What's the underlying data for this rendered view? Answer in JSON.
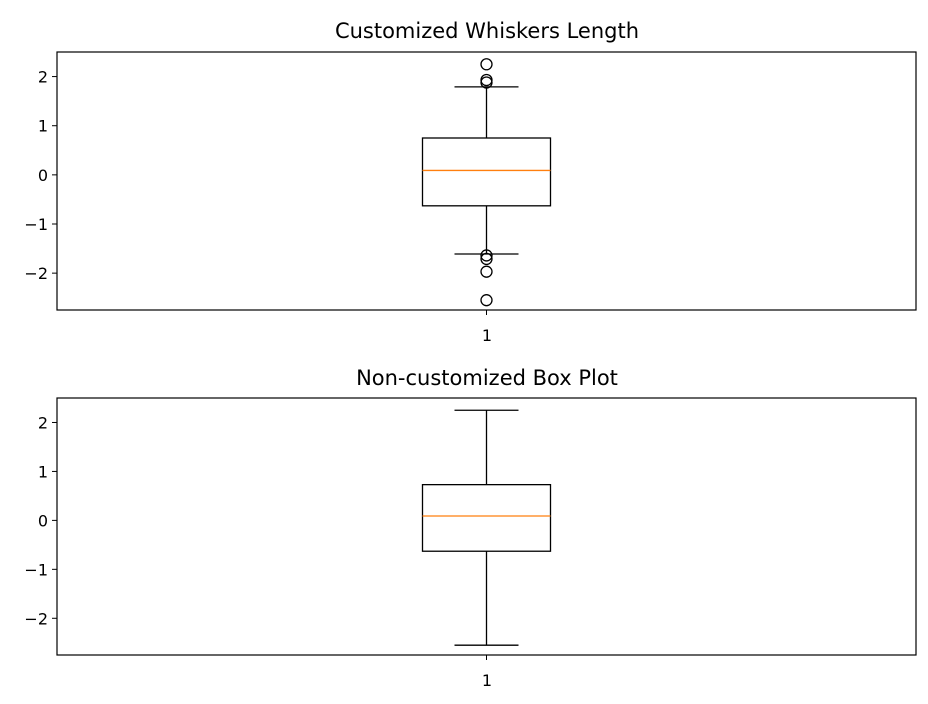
{
  "chart_data": [
    {
      "type": "box",
      "title": "Customized Whiskers Length",
      "xlabel": "",
      "ylabel": "",
      "categories": [
        "1"
      ],
      "ylim": [
        -2.75,
        2.5
      ],
      "yticks": [
        -2,
        -1,
        0,
        1,
        2
      ],
      "box": {
        "q1": -0.63,
        "median": 0.09,
        "q3": 0.75,
        "whisker_low": -1.61,
        "whisker_high": 1.79
      },
      "outliers": [
        2.25,
        1.93,
        1.88,
        -1.64,
        -1.71,
        -1.97,
        -2.55
      ],
      "colors": {
        "median": "#ff7f0e",
        "box": "#000000"
      }
    },
    {
      "type": "box",
      "title": "Non-customized Box Plot",
      "xlabel": "",
      "ylabel": "",
      "categories": [
        "1"
      ],
      "ylim": [
        -2.75,
        2.5
      ],
      "yticks": [
        -2,
        -1,
        0,
        1,
        2
      ],
      "box": {
        "q1": -0.63,
        "median": 0.09,
        "q3": 0.73,
        "whisker_low": -2.55,
        "whisker_high": 2.25
      },
      "outliers": [],
      "colors": {
        "median": "#ff7f0e",
        "box": "#000000"
      }
    }
  ]
}
